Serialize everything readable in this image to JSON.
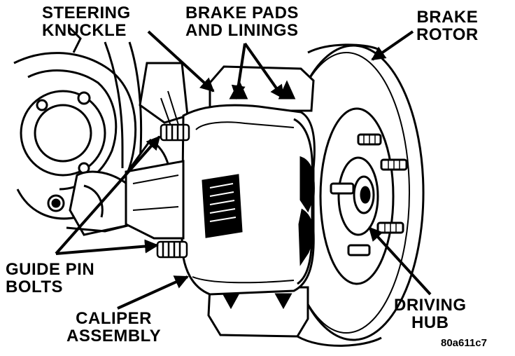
{
  "labels": {
    "steering_knuckle": [
      "STEERING",
      "KNUCKLE"
    ],
    "brake_pads": [
      "BRAKE PADS",
      "AND LININGS"
    ],
    "brake_rotor": [
      "BRAKE",
      "ROTOR"
    ],
    "guide_pin_bolts": [
      "GUIDE PIN",
      "BOLTS"
    ],
    "caliper_assembly": [
      "CALIPER",
      "ASSEMBLY"
    ],
    "driving_hub": [
      "DRIVING",
      "HUB"
    ]
  },
  "figure_code": "80a611c7",
  "colors": {
    "ink": "#000000",
    "paper": "#ffffff"
  }
}
